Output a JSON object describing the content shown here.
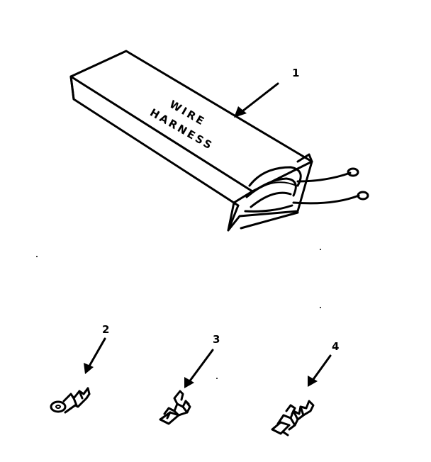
{
  "diagram": {
    "box_label_line1": "WIRE",
    "box_label_line2": "HARNESS",
    "callouts": {
      "wire_harness": "1",
      "terminal_ring": "2",
      "terminal_flag": "3",
      "terminal_flag_insulated": "4"
    }
  },
  "colors": {
    "ink": "#000000",
    "paper": "#ffffff"
  }
}
